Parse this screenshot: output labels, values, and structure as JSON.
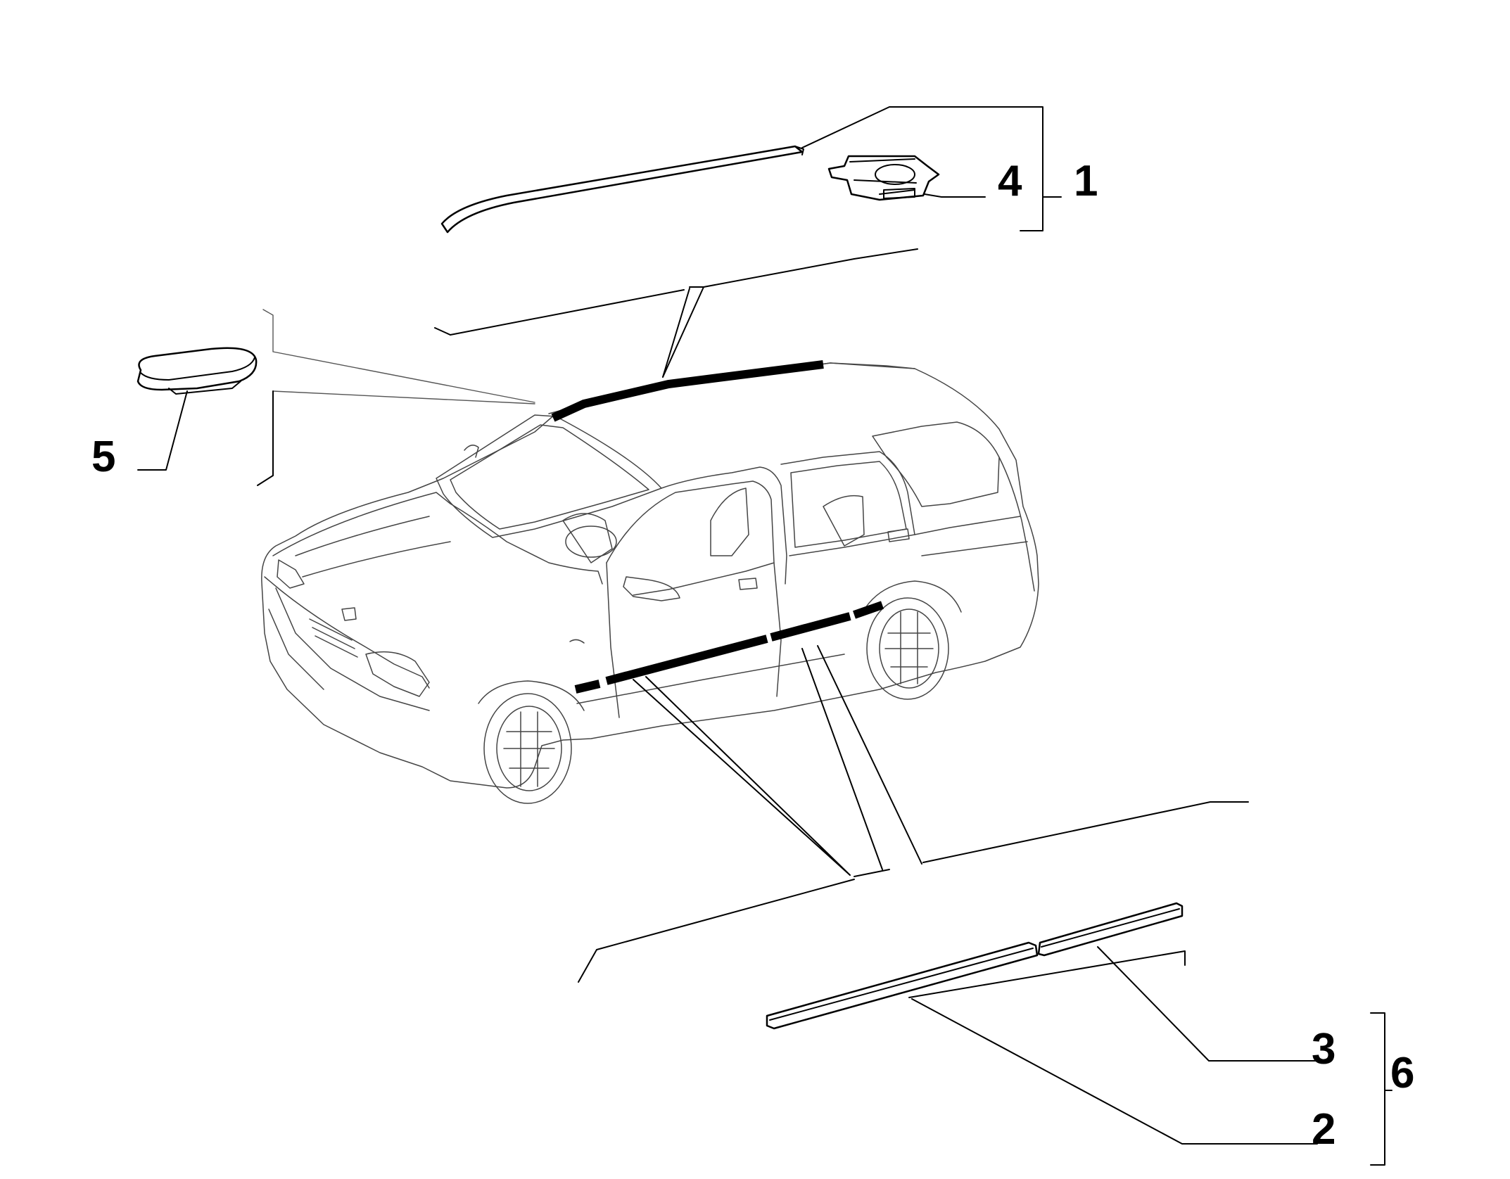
{
  "diagram": {
    "callouts": {
      "c1": "1",
      "c2": "2",
      "c3": "3",
      "c4": "4",
      "c5": "5",
      "c6": "6"
    },
    "colors": {
      "ink": "#000000",
      "background": "#ffffff"
    },
    "parts": [
      {
        "ref": "1",
        "icon": "roof-molding-kit-icon"
      },
      {
        "ref": "2",
        "icon": "door-side-molding-front-icon"
      },
      {
        "ref": "3",
        "icon": "door-side-molding-rear-icon"
      },
      {
        "ref": "4",
        "icon": "molding-clip-icon"
      },
      {
        "ref": "5",
        "icon": "oval-plug-cap-icon"
      },
      {
        "ref": "6",
        "icon": "side-molding-kit-icon"
      }
    ]
  }
}
